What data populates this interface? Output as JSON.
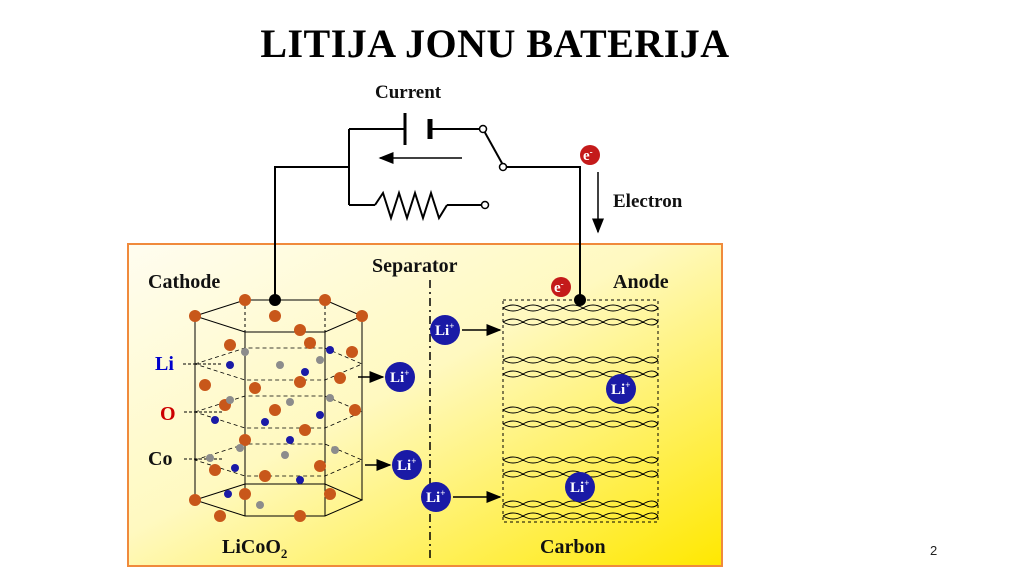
{
  "slide": {
    "title": "LITIJA JONU BATERIJA",
    "number": "2"
  },
  "diagram": {
    "circuit": {
      "current_label": "Current",
      "electron_label": "Electron",
      "electron_symbol": "e",
      "electron_charge": "-"
    },
    "cell": {
      "cathode_label": "Cathode",
      "separator_label": "Separator",
      "anode_label": "Anode",
      "cathode_material": "LiCoO",
      "cathode_material_sub": "2",
      "anode_material": "Carbon",
      "legend": {
        "li": "Li",
        "o": "O",
        "co": "Co"
      },
      "ion_symbol": "Li",
      "ion_charge": "+"
    },
    "colors": {
      "box_border": "#f08a3c",
      "box_fill_light": "#fffbe0",
      "box_fill_dark": "#ffe800",
      "li_ion": "#1a1aa6",
      "oxygen": "#c8571a",
      "cobalt": "#8c8c8c",
      "electron": "#c41a1a",
      "legend_li": "#0000cc",
      "legend_o": "#cc0000"
    }
  }
}
